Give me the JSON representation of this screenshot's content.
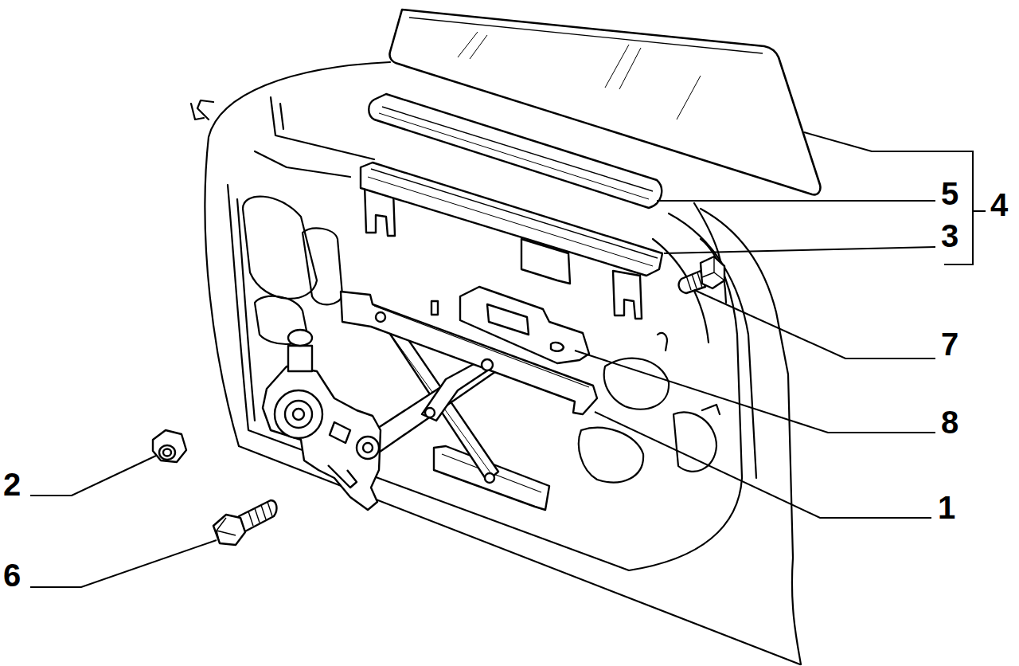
{
  "diagram": {
    "labels": [
      "5",
      "4",
      "3",
      "7",
      "8",
      "2",
      "1",
      "6"
    ]
  }
}
